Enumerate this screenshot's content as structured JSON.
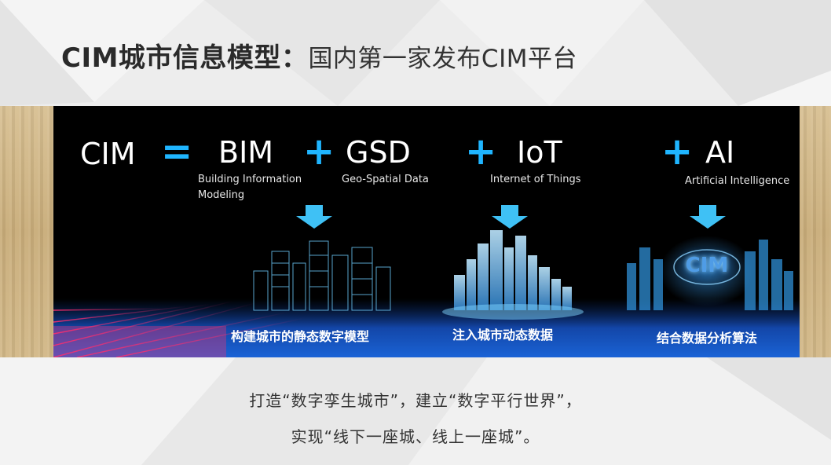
{
  "title": {
    "bold": "CIM城市信息模型：",
    "light": "国内第一家发布CIM平台"
  },
  "banner": {
    "cim": "CIM",
    "equals": "=",
    "plus": "+",
    "terms": [
      {
        "label": "BIM",
        "sub": [
          "Building  Information",
          "Modeling"
        ]
      },
      {
        "label": "GSD",
        "sub": [
          "Geo-Spatial Data"
        ]
      },
      {
        "label": "IoT",
        "sub": [
          "Internet of Things"
        ]
      },
      {
        "label": "AI",
        "sub": [
          "Artificial Intelligence"
        ]
      }
    ],
    "captions": [
      "构建城市的静态数字模型",
      "注入城市动态数据",
      "结合数据分析算法"
    ],
    "logo_text": "CIM",
    "accent": "#1fb5ff"
  },
  "footer": {
    "line1": "打造“数字孪生城市”，建立“数字平行世界”，",
    "line2": "实现“线下一座城、线上一座城”。"
  }
}
